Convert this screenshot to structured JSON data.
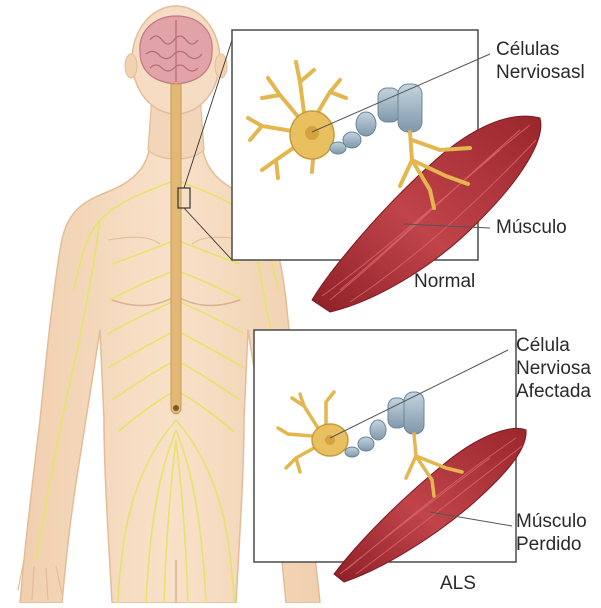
{
  "labels": {
    "normal_nerve_cells_line1": "Células",
    "normal_nerve_cells_line2": "Nerviosasl",
    "normal_muscle": "Músculo",
    "normal_caption": "Normal",
    "als_nerve_cell_line1": "Célula",
    "als_nerve_cell_line2": "Nerviosa",
    "als_nerve_cell_line3": "Afectada",
    "als_muscle_line1": "Músculo",
    "als_muscle_line2": "Perdido",
    "als_caption": "ALS"
  },
  "colors": {
    "skin": "#f6dcc2",
    "skin_outline": "#e8c6a4",
    "nerve": "#e4e46a",
    "spinal_cord": "#e3b877",
    "brain": "#e2a3a8",
    "neuron": "#e8c060",
    "axon_myelin": "#9fb6c6",
    "muscle": "#b0343a"
  }
}
